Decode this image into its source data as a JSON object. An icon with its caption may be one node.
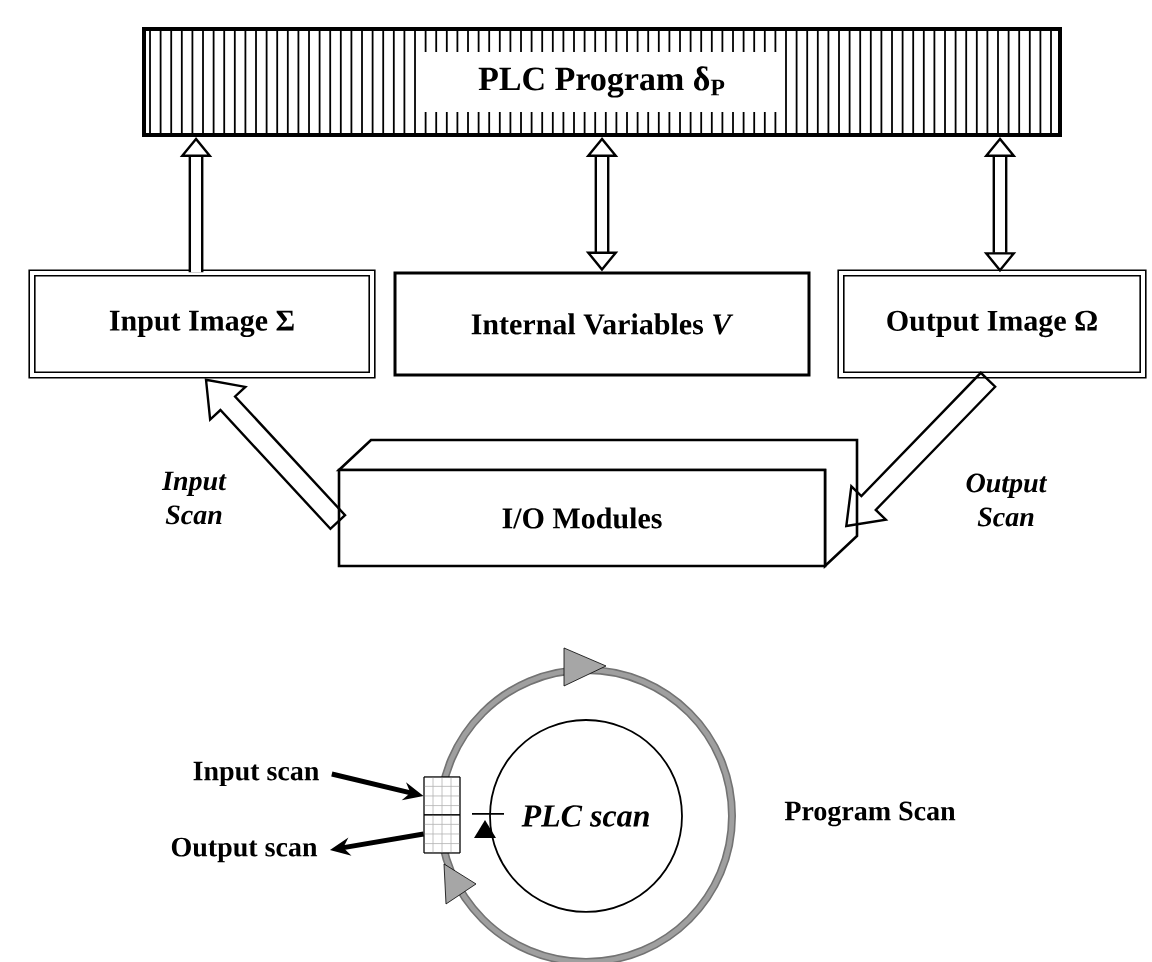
{
  "diagram": {
    "nodes": [
      {
        "text": [
          "PLC Program  δ$_{P}$"
        ]
      },
      {
        "text": [
          "Input Image  Σ"
        ]
      },
      {
        "text": [
          "Internal Variables *V*"
        ]
      },
      {
        "text": [
          "Output Image  Ω"
        ]
      },
      {
        "text": [
          "I/O  Modules"
        ]
      },
      {
        "text": [
          "Input scan"
        ]
      },
      {
        "text": [
          "Output scan"
        ]
      },
      {
        "text": [],
        "shape": "box"
      },
      {
        "text": [],
        "shape": "box"
      },
      {
        "text": [
          "PLC scan"
        ]
      }
    ],
    "edges": [
      {
        "from": 1,
        "to": 0,
        "arrow": "to"
      },
      {
        "from": 2,
        "to": 0,
        "arrow": "both"
      },
      {
        "from": 3,
        "to": 0,
        "arrow": "both"
      },
      {
        "from": 4,
        "to": 1,
        "arrow": "to",
        "label": "Input Scan"
      },
      {
        "from": 3,
        "to": 4,
        "arrow": "to",
        "label": "Output Scan"
      },
      {
        "from": 5,
        "to": 7,
        "arrow": "to"
      },
      {
        "from": 8,
        "to": 6,
        "arrow": "to"
      }
    ],
    "labels": [
      "Program Scan"
    ]
  }
}
